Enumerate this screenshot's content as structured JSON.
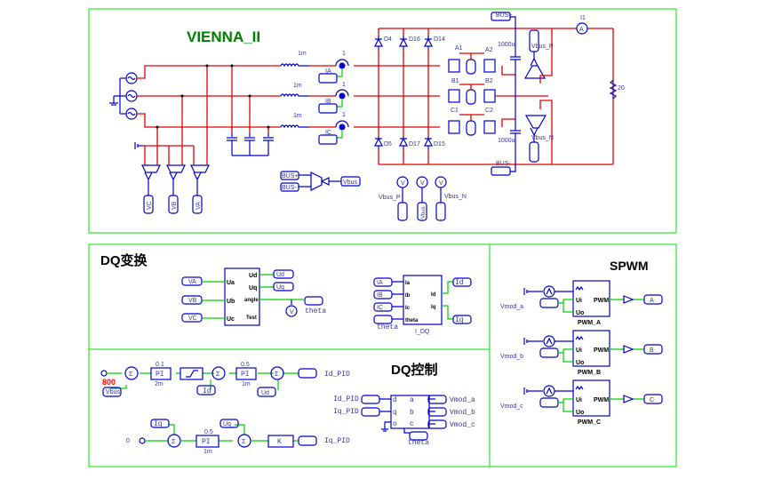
{
  "power_stage": {
    "title": "VIENNA_II",
    "title_color": "#008000",
    "inductors": [
      "1m",
      "1m",
      "1m"
    ],
    "current_sensor_gain": [
      "1",
      "1",
      "1"
    ],
    "current_labels": [
      "IA",
      "IB",
      "IC"
    ],
    "voltage_labels": [
      "VC",
      "VB",
      "VA"
    ],
    "diodes_top": [
      "D4",
      "D16",
      "D14"
    ],
    "diodes_bottom": [
      "D5",
      "D17",
      "D15"
    ],
    "switches": [
      "A1",
      "A2",
      "B1",
      "B2",
      "C1",
      "C2"
    ],
    "capacitors": [
      "1000u",
      "1000u"
    ],
    "bus_labels": [
      "BUS+",
      "BUS-"
    ],
    "bus_inputs": [
      "BUS+",
      "BUS-"
    ],
    "vbus_out": "Vbus",
    "vbus_p": "Vbus_P",
    "vbus_n": "Vbus_N",
    "vbus": "Vbus",
    "ammeter": "I1",
    "ammeter_symbol": "A",
    "resistor": "20",
    "voltmeter_symbol": "V"
  },
  "dq_transform": {
    "title": "DQ变换",
    "inputs": [
      "VA",
      "VB",
      "VC"
    ],
    "ports_in": [
      "Ua",
      "Ub",
      "Uc"
    ],
    "ports_out": [
      "Ud",
      "Uq",
      "angle",
      "Test"
    ],
    "outputs": [
      "Ud",
      "Uq"
    ],
    "theta": "theta",
    "current_block": {
      "inputs": [
        "IA",
        "IB",
        "IC"
      ],
      "ports_in": [
        "Ia",
        "Ib",
        "Ic",
        "theta"
      ],
      "ports_out": [
        "Id",
        "Iq"
      ],
      "outputs": [
        "Id",
        "Iq"
      ],
      "theta": "theta",
      "name": "I_DQ"
    }
  },
  "dq_control": {
    "title": "DQ控制",
    "vref": "800",
    "vref_color": "#ff0000",
    "vbus": "Vbus",
    "pi1": {
      "gain": "0.1",
      "label": "PI",
      "tau": "2m"
    },
    "pi2": {
      "gain": "0.5",
      "label": "PI",
      "tau": "1m"
    },
    "pi3": {
      "gain": "0.5",
      "label": "PI",
      "tau": "1m"
    },
    "id": "Id",
    "ud": "Ud",
    "id_pid": "Id_PID",
    "iq": "Iq",
    "uq": "Uq",
    "iqref": "0",
    "k": "K",
    "iq_pid": "Iq_PID",
    "sum_symbol": "Σ",
    "inv_block": {
      "inputs": [
        "Id_PID",
        "Iq_PID"
      ],
      "ports_in": [
        "d",
        "q",
        "o"
      ],
      "ports_out": [
        "a",
        "b",
        "c"
      ],
      "outputs": [
        "Vmod_a",
        "Vmod_b",
        "Vmod_c"
      ],
      "theta": "theta"
    }
  },
  "spwm": {
    "title": "SPWM",
    "blocks": [
      {
        "input": "Vmod_a",
        "name": "PWM_A",
        "output": "A"
      },
      {
        "input": "Vmod_b",
        "name": "PWM_B",
        "output": "B"
      },
      {
        "input": "Vmod_c",
        "name": "PWM_C",
        "output": "C"
      }
    ],
    "ports": [
      "Ui",
      "Uo",
      "PWM"
    ]
  }
}
